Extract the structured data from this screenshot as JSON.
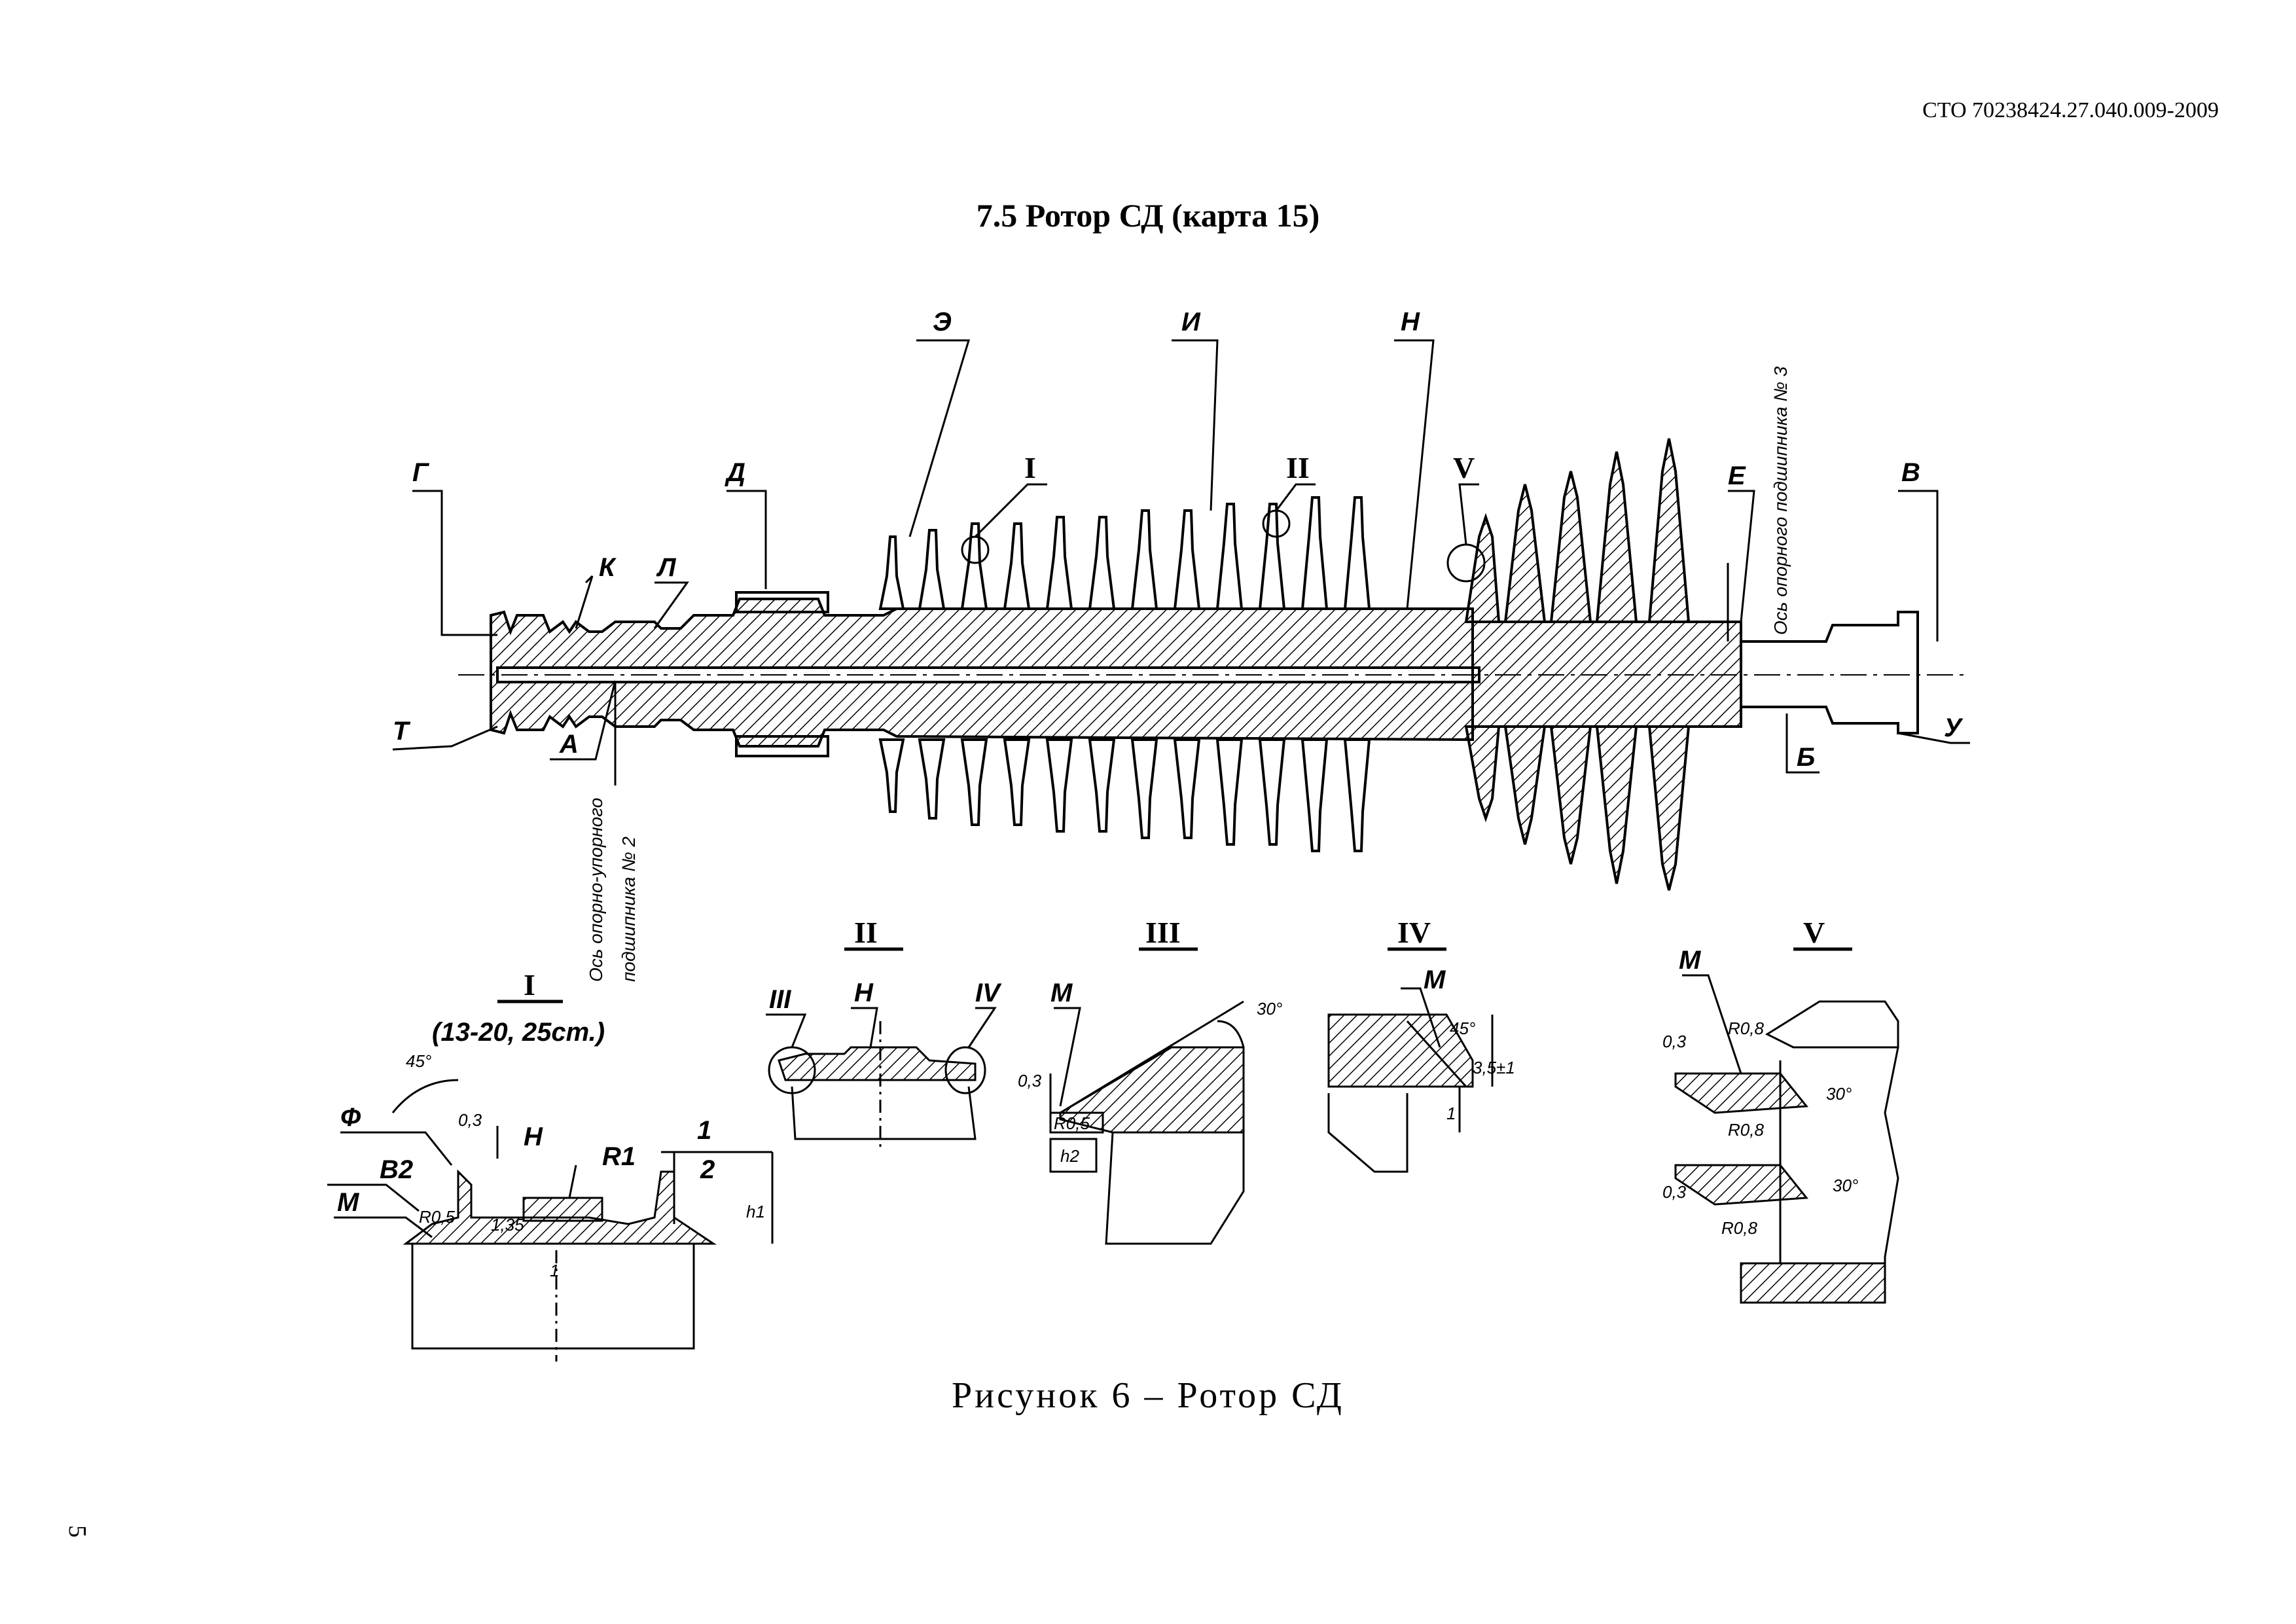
{
  "header": {
    "doc_code": "СТО 70238424.27.040.009-2009"
  },
  "section": {
    "title": "7.5 Ротор СД (карта 15)"
  },
  "figure": {
    "caption": "Рисунок 6 – Ротор СД"
  },
  "page": {
    "number": "5"
  },
  "drawing": {
    "callout_letters": {
      "g": "Г",
      "t": "Т",
      "k": "К",
      "l": "Л",
      "d": "Д",
      "a": "А",
      "e3": "Э",
      "i": "И",
      "n": "Н",
      "e": "Е",
      "v": "В",
      "u": "У",
      "b": "Б"
    },
    "detail_marks": {
      "d1": "I",
      "d2": "II",
      "d5": "V"
    },
    "bearing_axis_2": {
      "line1": "Ось опорно-упорного",
      "line2": "подшипника № 2"
    },
    "bearing_axis_3": "Ось опорного подшипника № 3",
    "detail_1": {
      "title": "I",
      "subtitle": "(13-20, 25ст.)",
      "labels": {
        "f": "Ф",
        "b2": "В2",
        "m": "М",
        "n": "Н",
        "r1": "R1",
        "dim_1": "1",
        "dim_2": "2",
        "h1": "h1",
        "angle": "45°",
        "dim_03": "0,3",
        "dim_135": "1,35",
        "dim_r05": "R0,5",
        "dim_1c": "1"
      }
    },
    "detail_2": {
      "title": "II",
      "labels": {
        "iii": "III",
        "n": "Н",
        "iv": "IV"
      }
    },
    "detail_3": {
      "title": "III",
      "labels": {
        "m": "М",
        "dim_03": "0,3",
        "r": "R0,5",
        "h2": "h2",
        "angle": "30°"
      }
    },
    "detail_4": {
      "title": "IV",
      "labels": {
        "m": "М",
        "angle": "45°",
        "dim": "3,5±1",
        "dim_1": "1"
      }
    },
    "detail_5": {
      "title": "V",
      "labels": {
        "m": "М",
        "r1": "R0,8",
        "r2": "R0,8",
        "r3": "R0,8",
        "a1": "30°",
        "a2": "30°",
        "d1": "0,3",
        "d2": "0,3"
      }
    }
  }
}
